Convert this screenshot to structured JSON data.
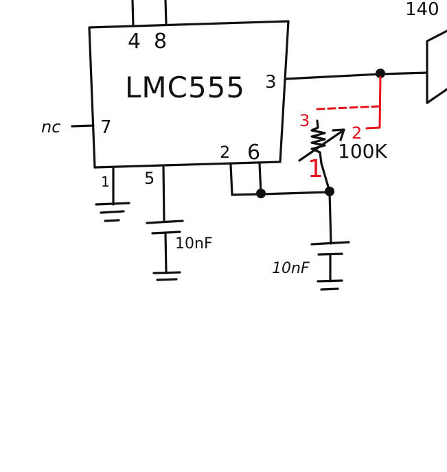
{
  "chip": {
    "name": "LMC555",
    "pins": {
      "p4": "4",
      "p8": "8",
      "p3": "3",
      "p7": "7",
      "p1": "1",
      "p5": "5",
      "p2": "2",
      "p6": "6"
    },
    "nc_label": "nc"
  },
  "components": {
    "pot_value": "100K",
    "cap_control_value": "10nF",
    "cap_timing_value": "10nF",
    "top_right_label": "140"
  },
  "pot_terminals": {
    "t1": "1",
    "t2": "2",
    "t3": "3"
  },
  "colors": {
    "ink": "#111111",
    "annotation": "#e8101a"
  }
}
